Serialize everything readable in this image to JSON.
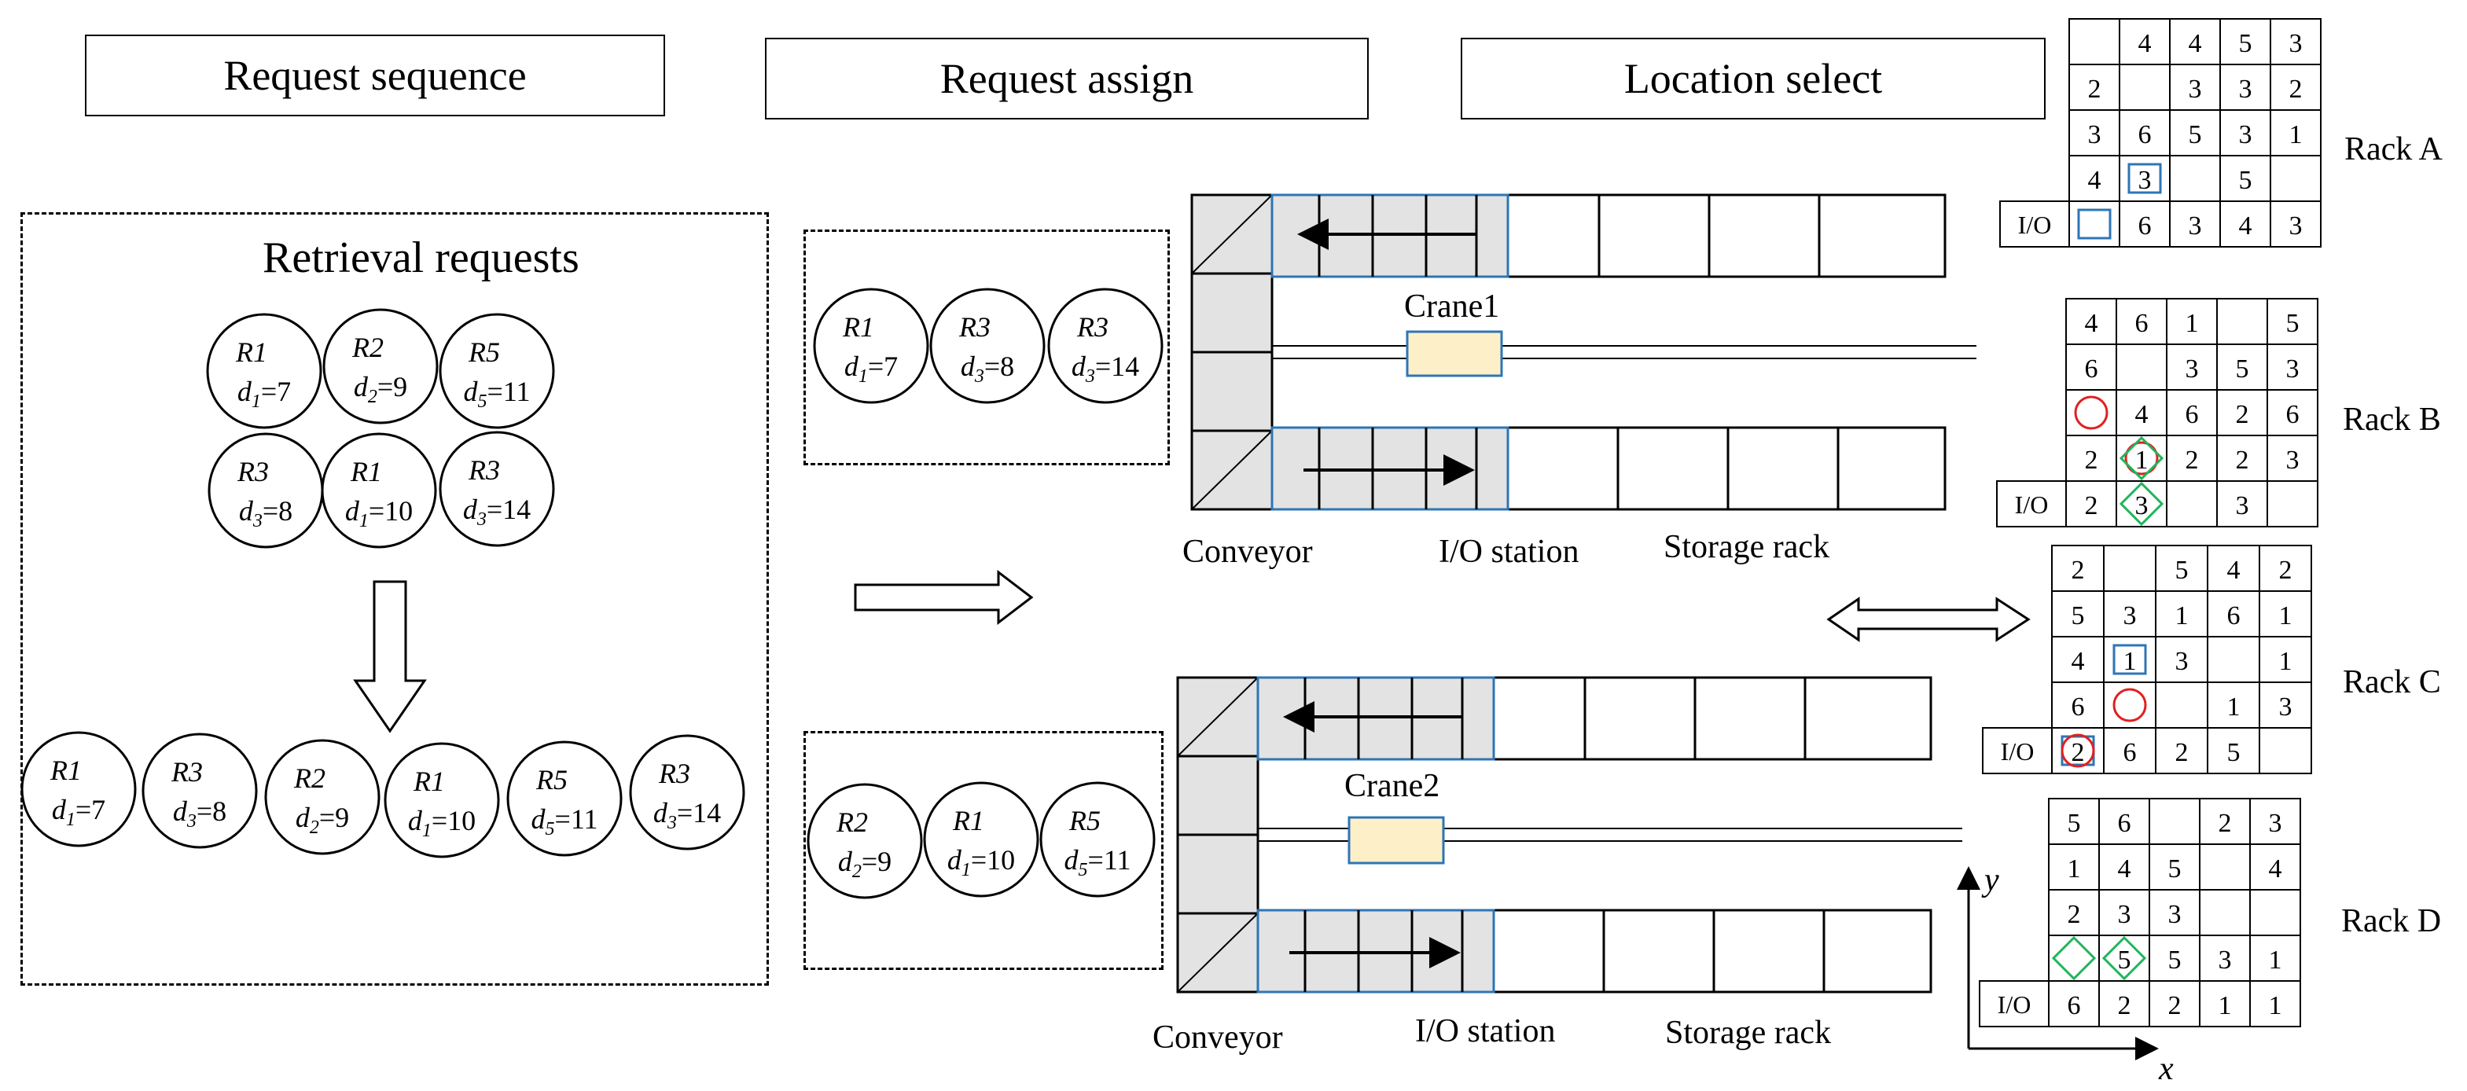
{
  "headers": {
    "sequence": "Request sequence",
    "assign": "Request assign",
    "location": "Location select"
  },
  "retrieval_title": "Retrieval requests",
  "unsorted_requests": [
    {
      "r": "R1",
      "sub": "1",
      "d": "7"
    },
    {
      "r": "R2",
      "sub": "2",
      "d": "9"
    },
    {
      "r": "R5",
      "sub": "5",
      "d": "11"
    },
    {
      "r": "R3",
      "sub": "3",
      "d": "8"
    },
    {
      "r": "R1",
      "sub": "1",
      "d": "10"
    },
    {
      "r": "R3",
      "sub": "3",
      "d": "14"
    }
  ],
  "sorted_requests": [
    {
      "r": "R1",
      "sub": "1",
      "d": "7"
    },
    {
      "r": "R3",
      "sub": "3",
      "d": "8"
    },
    {
      "r": "R2",
      "sub": "2",
      "d": "9"
    },
    {
      "r": "R1",
      "sub": "1",
      "d": "10"
    },
    {
      "r": "R5",
      "sub": "5",
      "d": "11"
    },
    {
      "r": "R3",
      "sub": "3",
      "d": "14"
    }
  ],
  "crane1_requests": [
    {
      "r": "R1",
      "sub": "1",
      "d": "7"
    },
    {
      "r": "R3",
      "sub": "3",
      "d": "8"
    },
    {
      "r": "R3",
      "sub": "3",
      "d": "14"
    }
  ],
  "crane2_requests": [
    {
      "r": "R2",
      "sub": "2",
      "d": "9"
    },
    {
      "r": "R1",
      "sub": "1",
      "d": "10"
    },
    {
      "r": "R5",
      "sub": "5",
      "d": "11"
    }
  ],
  "aisle_labels": {
    "crane1": "Crane1",
    "crane2": "Crane2",
    "conveyor": "Conveyor",
    "io_station": "I/O station",
    "storage_rack": "Storage rack"
  },
  "axis": {
    "x": "x",
    "y": "y"
  },
  "io_label": "I/O",
  "racks": [
    {
      "name": "Rack A",
      "rows": [
        [
          "",
          "4",
          "4",
          "5",
          "3"
        ],
        [
          "2",
          "",
          "3",
          "3",
          "2"
        ],
        [
          "3",
          "6",
          "5",
          "3",
          "1"
        ],
        [
          "4",
          "3",
          "",
          "5",
          ""
        ],
        [
          "",
          "6",
          "3",
          "4",
          "3"
        ]
      ],
      "marks": [
        {
          "row": 3,
          "col": 1,
          "type": "square"
        },
        {
          "row": 4,
          "col": 0,
          "type": "square"
        }
      ]
    },
    {
      "name": "Rack B",
      "rows": [
        [
          "4",
          "6",
          "1",
          "",
          "5"
        ],
        [
          "6",
          "",
          "3",
          "5",
          "3"
        ],
        [
          "",
          "4",
          "6",
          "2",
          "6"
        ],
        [
          "2",
          "1",
          "2",
          "2",
          "3"
        ],
        [
          "2",
          "3",
          "",
          "3",
          ""
        ]
      ],
      "marks": [
        {
          "row": 2,
          "col": 0,
          "type": "circle"
        },
        {
          "row": 3,
          "col": 1,
          "type": "circle"
        },
        {
          "row": 3,
          "col": 1,
          "type": "diamond"
        },
        {
          "row": 4,
          "col": 1,
          "type": "diamond"
        }
      ]
    },
    {
      "name": "Rack C",
      "rows": [
        [
          "2",
          "",
          "5",
          "4",
          "2"
        ],
        [
          "5",
          "3",
          "1",
          "6",
          "1"
        ],
        [
          "4",
          "1",
          "3",
          "",
          "1"
        ],
        [
          "6",
          "",
          "",
          "1",
          "3"
        ],
        [
          "2",
          "6",
          "2",
          "5",
          ""
        ]
      ],
      "marks": [
        {
          "row": 2,
          "col": 1,
          "type": "square"
        },
        {
          "row": 3,
          "col": 1,
          "type": "circle"
        },
        {
          "row": 4,
          "col": 0,
          "type": "square"
        },
        {
          "row": 4,
          "col": 0,
          "type": "circle"
        }
      ]
    },
    {
      "name": "Rack D",
      "rows": [
        [
          "5",
          "6",
          "",
          "2",
          "3"
        ],
        [
          "1",
          "4",
          "5",
          "",
          "4"
        ],
        [
          "2",
          "3",
          "3",
          "",
          ""
        ],
        [
          "",
          "5",
          "5",
          "3",
          "1"
        ],
        [
          "6",
          "2",
          "2",
          "1",
          "1"
        ]
      ],
      "marks": [
        {
          "row": 3,
          "col": 0,
          "type": "diamond"
        },
        {
          "row": 3,
          "col": 1,
          "type": "diamond"
        }
      ]
    }
  ],
  "colors": {
    "square": "#2e75b6",
    "circle": "#e02020",
    "diamond": "#1fb55a",
    "crane_fill": "#fdf0c8",
    "crane_border": "#2e75b6",
    "shade": "#e3e3e3"
  }
}
